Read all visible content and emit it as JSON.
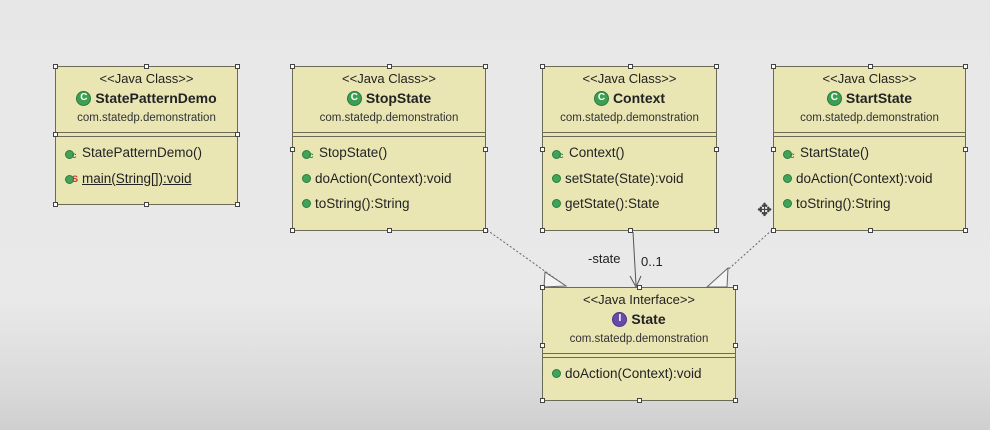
{
  "classes": {
    "demo": {
      "stereotype": "<<Java Class>>",
      "name": "StatePatternDemo",
      "package": "com.statedp.demonstration",
      "members": [
        "StatePatternDemo()",
        "main(String[]):void"
      ]
    },
    "stop": {
      "stereotype": "<<Java Class>>",
      "name": "StopState",
      "package": "com.statedp.demonstration",
      "members": [
        "StopState()",
        "doAction(Context):void",
        "toString():String"
      ]
    },
    "context": {
      "stereotype": "<<Java Class>>",
      "name": "Context",
      "package": "com.statedp.demonstration",
      "members": [
        "Context()",
        "setState(State):void",
        "getState():State"
      ]
    },
    "start": {
      "stereotype": "<<Java Class>>",
      "name": "StartState",
      "package": "com.statedp.demonstration",
      "members": [
        "StartState()",
        "doAction(Context):void",
        "toString():String"
      ]
    },
    "state": {
      "stereotype": "<<Java Interface>>",
      "name": "State",
      "package": "com.statedp.demonstration",
      "members": [
        "doAction(Context):void"
      ]
    }
  },
  "association": {
    "role": "-state",
    "multiplicity": "0..1"
  },
  "icons": {
    "class": "class-c-icon",
    "interface": "interface-i-icon",
    "method": "method-dot-icon",
    "constructor": "constructor-icon",
    "static": "static-method-icon",
    "move": "move-cursor-icon"
  },
  "colors": {
    "box_fill": "#e9e6b4",
    "class_icon": "#3d9f52",
    "interface_icon": "#6a4aa8"
  }
}
